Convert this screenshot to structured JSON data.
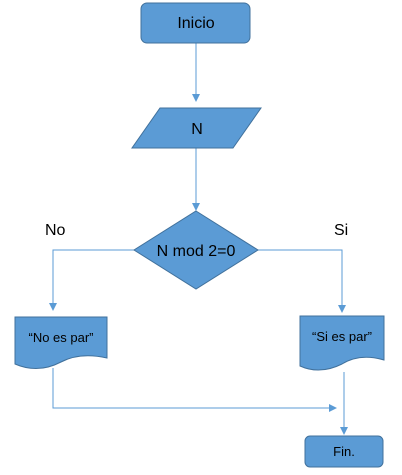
{
  "diagram": {
    "nodes": {
      "start": "Inicio",
      "input": "N",
      "decision": "N mod 2=0",
      "output_no": "“No es par”",
      "output_yes": "“Si es par”",
      "end": "Fin."
    },
    "branch_labels": {
      "no": "No",
      "yes": "Si"
    }
  },
  "colors": {
    "shape_fill": "#5B9BD5",
    "shape_stroke": "#41719C",
    "connector": "#5B9BD5"
  }
}
